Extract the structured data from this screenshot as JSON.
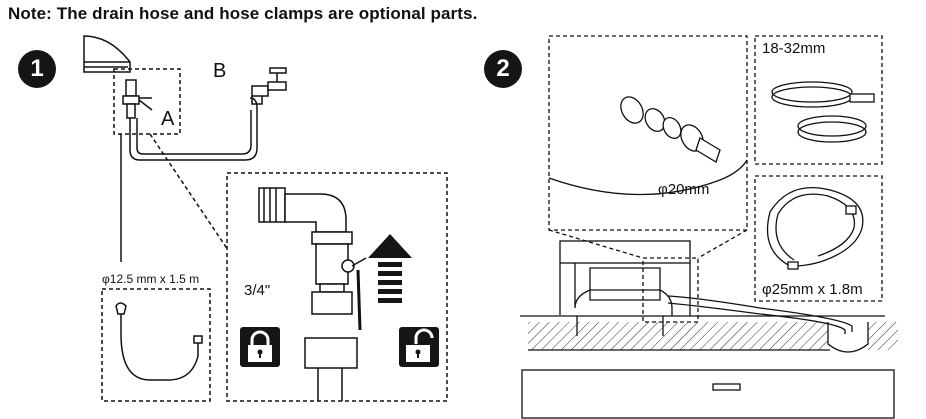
{
  "note": "Note: The drain hose and hose clamps are optional parts.",
  "step1": {
    "number": "1",
    "label_a": "A",
    "label_b": "B",
    "hose_spec": "φ12.5 mm x 1.5 m",
    "thread_size": "3/4\"",
    "icons": [
      "locked-padlock-icon",
      "unlocked-padlock-icon",
      "up-arrow-icon"
    ]
  },
  "step2": {
    "number": "2",
    "outlet_diameter": "φ20mm",
    "clamp_range": "18-32mm",
    "drain_hose_spec": "φ25mm x 1.8m"
  }
}
